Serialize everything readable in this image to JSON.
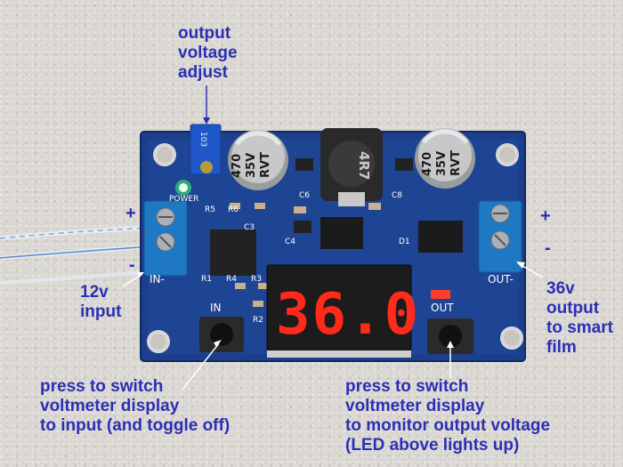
{
  "labels": {
    "adjust": [
      "output",
      "voltage",
      "adjust"
    ],
    "plus_left": "+",
    "minus_left": "-",
    "input12": [
      "12v",
      "input"
    ],
    "plus_right": "+",
    "minus_right": "-",
    "output36": [
      "36v",
      "output",
      "to smart",
      "film"
    ],
    "press_input": [
      "press to switch",
      "voltmeter display",
      "to input (and toggle off)"
    ],
    "press_output": [
      "press to switch",
      "voltmeter display",
      "to monitor output voltage",
      "(LED above lights up)"
    ]
  },
  "board": {
    "display_reading": "36.0",
    "pot_code": "103",
    "cap_left": [
      "470",
      "35V",
      "RVT"
    ],
    "cap_right": [
      "470",
      "35V",
      "RVT"
    ],
    "inductor": "4R7",
    "silk": {
      "power": "POWER",
      "in_minus": "IN-",
      "out_minus": "OUT-",
      "in": "IN",
      "out": "OUT",
      "c6": "C6",
      "c8": "C8",
      "c4": "C4",
      "d1": "D1",
      "r5": "R5",
      "r6": "R6",
      "c3": "C3",
      "r4": "R4",
      "r3": "R3",
      "r2": "R2",
      "r1": "R1"
    }
  },
  "colors": {
    "label_blue": "#2b2fb5",
    "pcb_blue": "#1b3f8c",
    "segment_red": "#ff2a1a",
    "led_green": "#3cff6a"
  }
}
